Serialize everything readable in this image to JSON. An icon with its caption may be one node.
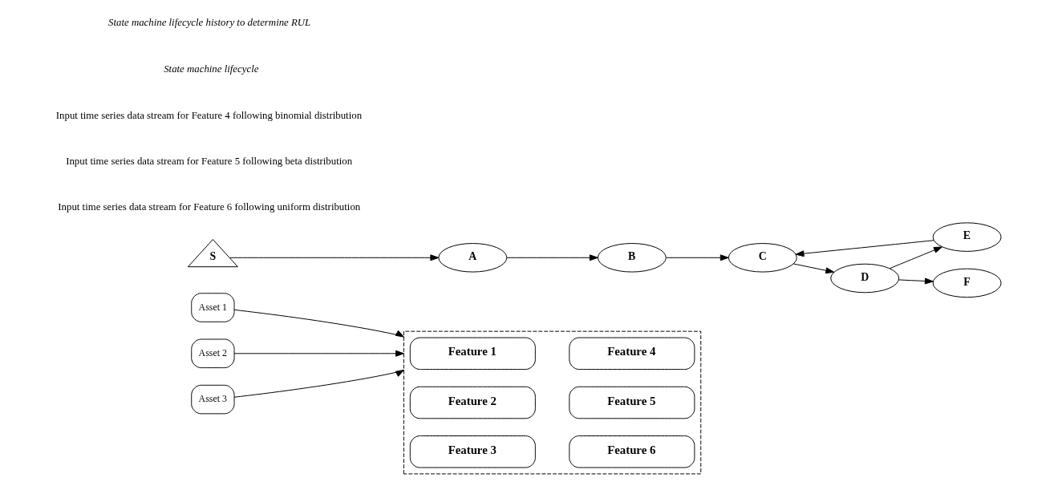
{
  "diagram": {
    "nodes": [
      {
        "text": [
          "Asset 1"
        ]
      },
      {
        "text": [
          "Asset 2"
        ]
      },
      {
        "text": [
          "Asset 3"
        ]
      },
      {
        "text": [],
        "shape": "box"
      },
      {
        "text": [
          "Feature 1"
        ],
        "in": 3
      },
      {
        "text": [
          "Feature 4"
        ],
        "in": 3
      },
      {
        "text": [
          "Feature 2"
        ],
        "in": 3
      },
      {
        "text": [
          "Feature 5"
        ],
        "in": 3
      },
      {
        "text": [
          "Feature 3"
        ],
        "in": 3
      },
      {
        "text": [
          "Feature 6"
        ],
        "in": 3
      },
      {
        "text": [
          "S"
        ]
      },
      {
        "text": [
          "A"
        ]
      },
      {
        "text": [
          "B"
        ]
      },
      {
        "text": [
          "C"
        ]
      },
      {
        "text": [
          "D"
        ]
      },
      {
        "text": [
          "E"
        ]
      },
      {
        "text": [
          "F"
        ]
      }
    ],
    "edges": [
      {
        "from": 0,
        "to": 3,
        "arrow": "to"
      },
      {
        "from": 1,
        "to": 3,
        "arrow": "to"
      },
      {
        "from": 2,
        "to": 3,
        "arrow": "to"
      },
      {
        "from": 10,
        "to": 11,
        "arrow": "to"
      },
      {
        "from": 11,
        "to": 12,
        "arrow": "to"
      },
      {
        "from": 12,
        "to": 13,
        "arrow": "to"
      },
      {
        "from": 13,
        "to": 14,
        "arrow": "to"
      },
      {
        "from": 14,
        "to": 15,
        "arrow": "to"
      },
      {
        "from": 15,
        "to": 13,
        "arrow": "to"
      },
      {
        "from": 14,
        "to": 16,
        "arrow": "to"
      }
    ],
    "labels": [
      "Input time series data stream for Feature 4 following binomial distribution",
      "Input time series data stream for Feature 5 following beta distribution",
      "Input time series data stream for Feature 6 following uniform distribution",
      "State machine lifecycle",
      "State machine lifecycle history to determine RUL"
    ]
  }
}
